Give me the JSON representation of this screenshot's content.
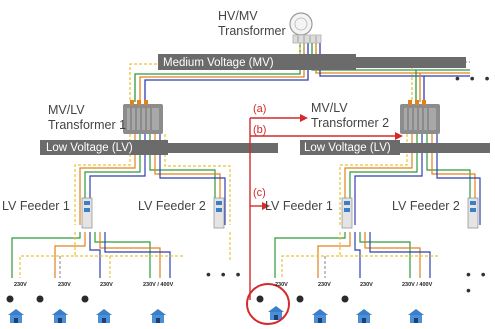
{
  "labels": {
    "hv_mv_transformer_line1": "HV/MV",
    "hv_mv_transformer_line2": "Transformer",
    "medium_voltage": "Medium Voltage (MV)",
    "mv_lv_transformer_1_line1": "MV/LV",
    "mv_lv_transformer_1_line2": "Transformer 1",
    "mv_lv_transformer_2_line1": "MV/LV",
    "mv_lv_transformer_2_line2": "Transformer 2",
    "low_voltage_left": "Low Voltage (LV)",
    "low_voltage_right": "Low Voltage (LV)",
    "lv_feeder_1_left": "LV Feeder 1",
    "lv_feeder_2_left": "LV Feeder 2",
    "lv_feeder_1_right": "LV Feeder 1",
    "lv_feeder_2_right": "LV Feeder 2",
    "marker_a": "(a)",
    "marker_b": "(b)",
    "marker_c": "(c)",
    "ellipsis": "• • •",
    "house_voltage_230": "230V",
    "house_voltage_230_400": "230V / 400V"
  },
  "colors": {
    "bus_bar": "#6b6b6b",
    "phase_green": "#2f9a3a",
    "phase_orange": "#e2821c",
    "phase_blue": "#2f3fae",
    "neutral_gray": "#9a9a9a",
    "dashed_yellow": "#e8c43a",
    "highlight_red": "#d42a2a",
    "house_blue": "#3a7fc8",
    "transformer_gray": "#8c8c8c"
  },
  "icons": [
    "transformer-icon",
    "distribution-cabinet-icon",
    "house-icon",
    "meter-icon",
    "arrow-icon"
  ]
}
